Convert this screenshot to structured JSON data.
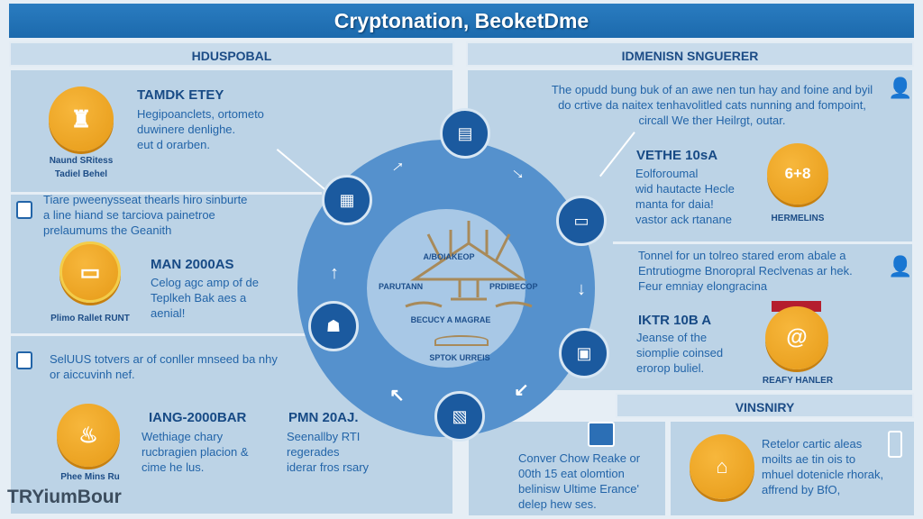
{
  "title": "Cryptonation, BeoketDme",
  "left": {
    "header": "HDUSPOBAL",
    "s1": {
      "title": "TAMDK ETEY",
      "lines": [
        "Hegipoanclets, ortometo",
        "duwinere denlighe.",
        "eut d orarben."
      ],
      "label1": "Naund SRitess",
      "label2": "Tadiel Behel"
    },
    "s2": {
      "lines": [
        "Tiare pweenysseat thearls hiro sinburte",
        "a line hiand se tarciova painetroe",
        "prelaumums the Geanith"
      ]
    },
    "s3": {
      "title": "MAN 2000AS",
      "lines": [
        "Celog agc amp of de",
        "Teplkeh Bak aes a",
        "aenial!"
      ],
      "label": "Plimo Rallet RUNT"
    },
    "s4": {
      "lines": [
        "SelUUS totvers ar of conller mnseed ba nhy",
        "or aiccuvinh nef."
      ]
    },
    "s5": {
      "title": "IANG-2000BAR",
      "lines": [
        "Wethiage chary",
        "rucbragien placion &",
        "cime he lus."
      ],
      "label": "Phee Mins Ru"
    },
    "s6": {
      "title": "PMN 20AJ.",
      "lines": [
        "Seenallby RTI",
        "regerades",
        "iderar fros rsary"
      ]
    },
    "logo": "TRYiumBour"
  },
  "right": {
    "header": "IDMENISN SNGUERER",
    "intro": [
      "The opudd bung buk of an awe nen tun hay and foine and byil",
      "do crtive da naitex tenhavolitled cats nunning and fompoint,",
      "circall We ther Heilrgt, outar."
    ],
    "s1": {
      "title": "VETHE 10sA",
      "lines": [
        "Eolforoumal",
        "wid hautacte Hecle",
        "manta for daia!",
        "vastor ack rtanane"
      ],
      "coin": "6+8",
      "label": "HERMELINS"
    },
    "s2": {
      "lines": [
        "Tonnel for un tolreo stared erom abale a",
        "Entrutiogme Bnoropral Reclvenas ar hek.",
        "Feur emniay elongracina"
      ]
    },
    "s3": {
      "title": "IKTR 10B A",
      "lines": [
        "Jeanse of the",
        "siomplie coinsed",
        "erorop buliel."
      ],
      "label": "REAFY HANLER"
    },
    "bottom": {
      "header": "VINSNIRY",
      "left": [
        "Conver Chow Reake or",
        "00th 15 eat olomtion",
        "belinisw Ultime Erance'",
        "delep hew ses."
      ],
      "right": [
        "Retelor cartic aleas",
        "moilts ae tin ois to",
        "mhuel dotenicle rhorak,",
        "affrend by BfO,"
      ]
    }
  },
  "center": {
    "top": "A/BOIAKEOP",
    "left": "PARUTANN",
    "right": "PRDIBECOP",
    "mid": "BECUCY A MAGRAE",
    "bottom": "SPTOK URREIS"
  }
}
